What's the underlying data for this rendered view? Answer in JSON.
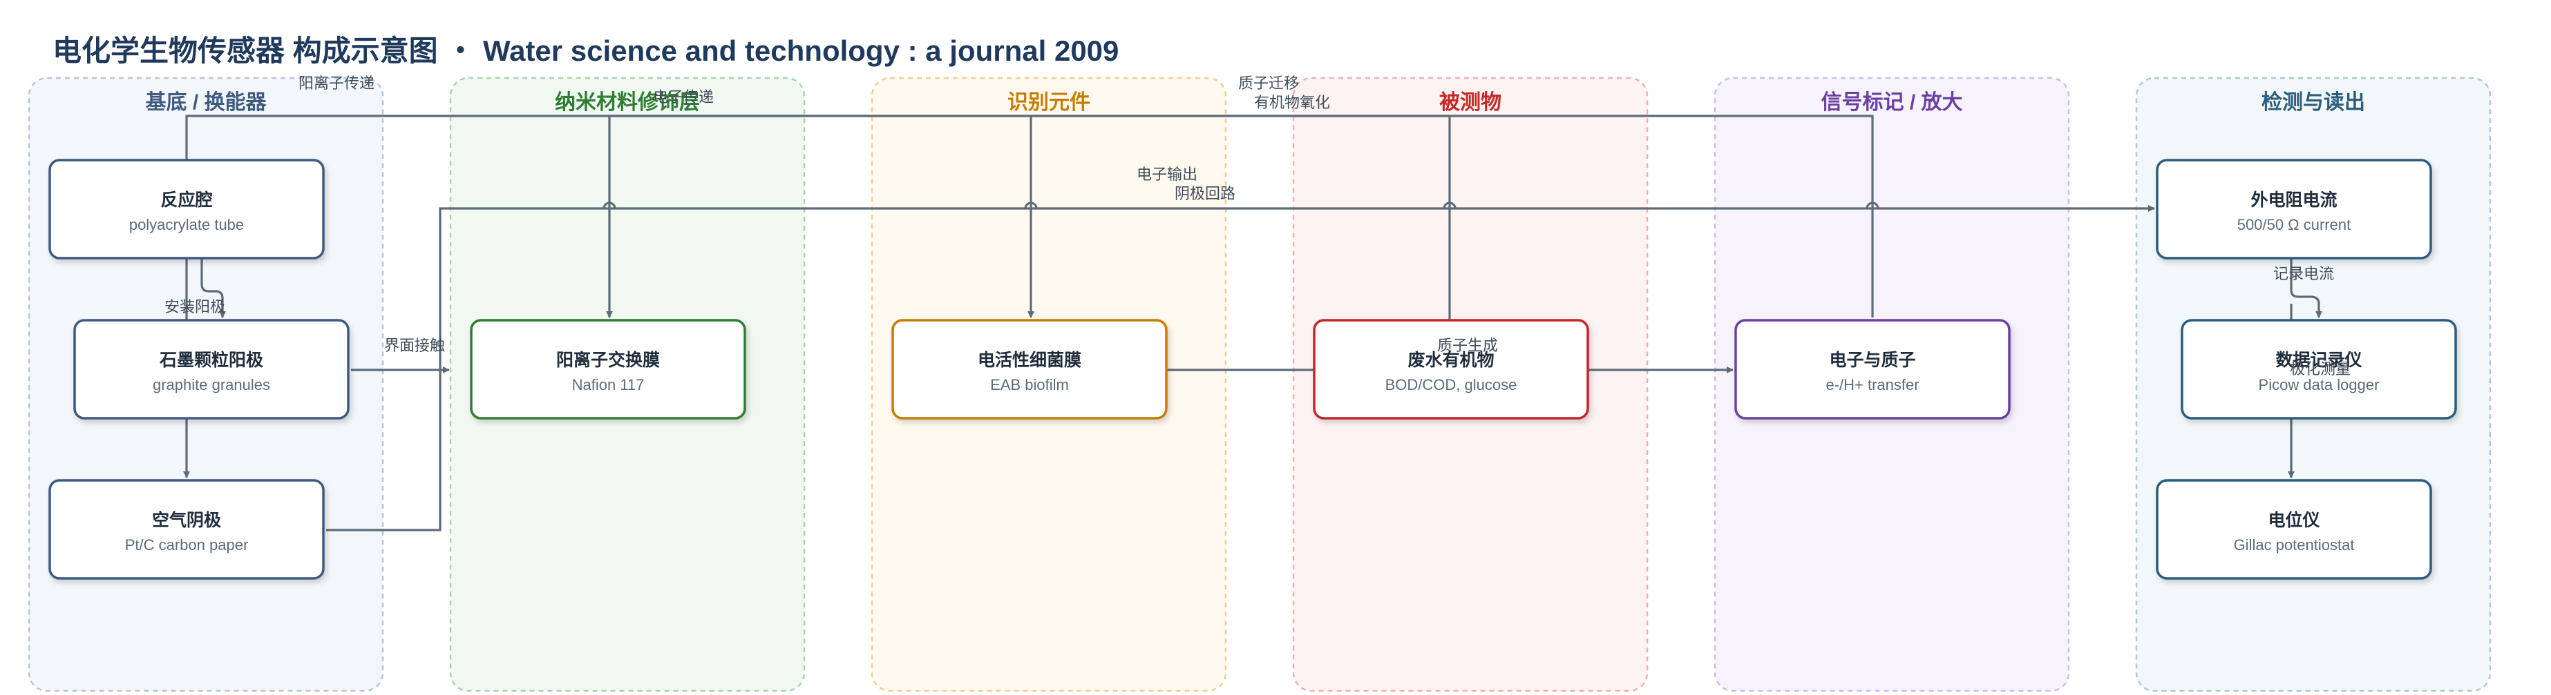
{
  "title": "电化学生物传感器 构成示意图 ・ Water science and technology : a journal 2009",
  "columns": [
    {
      "title": "基底 / 换能器",
      "color": "#3d5a80",
      "fill": "#f3f6fa",
      "stroke": "#b9c6d8"
    },
    {
      "title": "纳米材料修饰层",
      "color": "#2e7d32",
      "fill": "#f1f8f2",
      "stroke": "#a9d3ae"
    },
    {
      "title": "识别元件",
      "color": "#c77c02",
      "fill": "#fff9ef",
      "stroke": "#f0cf96"
    },
    {
      "title": "被测物",
      "color": "#c62828",
      "fill": "#fdf3f3",
      "stroke": "#ecb2b2"
    },
    {
      "title": "信号标记 / 放大",
      "color": "#6a3fa0",
      "fill": "#f7f3fc",
      "stroke": "#cdbde6"
    },
    {
      "title": "检测与读出",
      "color": "#2b5d7e",
      "fill": "#f2f7f9",
      "stroke": "#aec8d6"
    }
  ],
  "nodes": {
    "reaction_chamber": {
      "title": "反应腔",
      "subtitle": "polyacrylate tube",
      "color": "#3d5a80"
    },
    "anode": {
      "title": "石墨颗粒阳极",
      "subtitle": "graphite granules",
      "color": "#3d5a80"
    },
    "air_cathode": {
      "title": "空气阴极",
      "subtitle": "Pt/C carbon paper",
      "color": "#3d5a80"
    },
    "membrane": {
      "title": "阳离子交换膜",
      "subtitle": "Nafion 117",
      "color": "#2e7d32"
    },
    "biofilm": {
      "title": "电活性细菌膜",
      "subtitle": "EAB biofilm",
      "color": "#c77c02"
    },
    "wastewater": {
      "title": "废水有机物",
      "subtitle": "BOD/COD, glucose",
      "color": "#c62828"
    },
    "transfer": {
      "title": "电子与质子",
      "subtitle": "e-/H+ transfer",
      "color": "#6a3fa0"
    },
    "resistor": {
      "title": "外电阻电流",
      "subtitle": "500/50 Ω current",
      "color": "#2b5d7e"
    },
    "logger": {
      "title": "数据记录仪",
      "subtitle": "Picow data logger",
      "color": "#2b5d7e"
    },
    "potentiostat": {
      "title": "电位仪",
      "subtitle": "Gillac potentiostat",
      "color": "#2b5d7e"
    }
  },
  "edge_labels": {
    "cation_transfer": "阳离子传递",
    "proton_transfer": "电子传递",
    "proton_migration": "质子迁移",
    "organic_oxidation": "有机物氧化",
    "electron_output": "电子输出",
    "cathode_loop": "阴极回路",
    "install_anode": "安装阳极",
    "interface_contact": "界面接触",
    "proton_generation": "质子生成",
    "record_current": "记录电流",
    "polarization": "极化测量"
  }
}
